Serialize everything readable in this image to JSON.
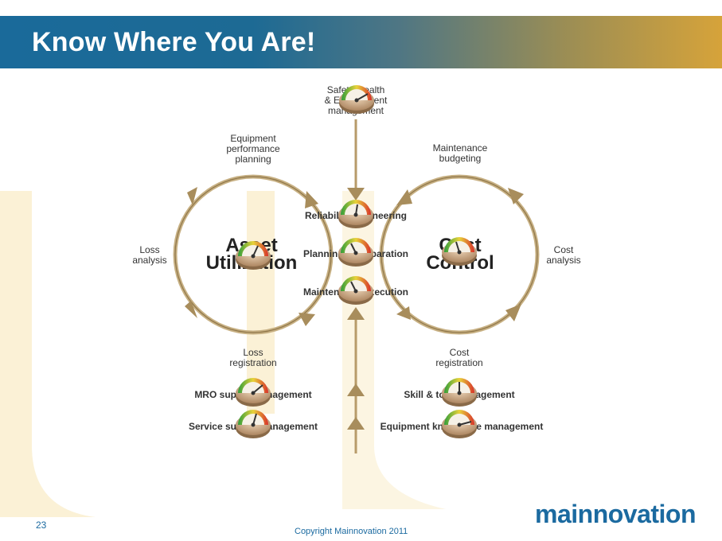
{
  "title": "Know Where You Are!",
  "slide_number": "23",
  "copyright": "Copyright Mainnovation 2011",
  "logo": "mainnovation",
  "top_label": {
    "line1": "Safety, health",
    "line2": "& Environment",
    "line3": "management"
  },
  "left_circle": {
    "center_line1": "Asset",
    "center_line2": "Utilization",
    "top_label": [
      "Equipment",
      "performance",
      "planning"
    ],
    "left_label": [
      "Loss",
      "analysis"
    ],
    "bottom_label": [
      "Loss",
      "registration"
    ]
  },
  "right_circle": {
    "center_line1": "Cost",
    "center_line2": "Control",
    "top_label": [
      "Maintenance",
      "budgeting"
    ],
    "right_label": [
      "Cost",
      "analysis"
    ],
    "bottom_label": [
      "Cost",
      "registration"
    ]
  },
  "center_items": [
    "Reliability engineering",
    "Planning & preparation",
    "Maintenance execution"
  ],
  "bottom_left_items": [
    "MRO supply management",
    "Service supply management"
  ],
  "bottom_right_items": [
    "Skill & tool management",
    "Equipment knowledge management"
  ],
  "colors": {
    "title_bar_start": "#1a6a9a",
    "title_bar_end": "#d6a33a",
    "ring": "#b79b6a",
    "arrow": "#a88d5c",
    "gauge_body": "#c8a57a",
    "background_u": "#fbf1d6",
    "brand_blue": "#1b6aa0",
    "brand_orange": "#e99a1b"
  }
}
